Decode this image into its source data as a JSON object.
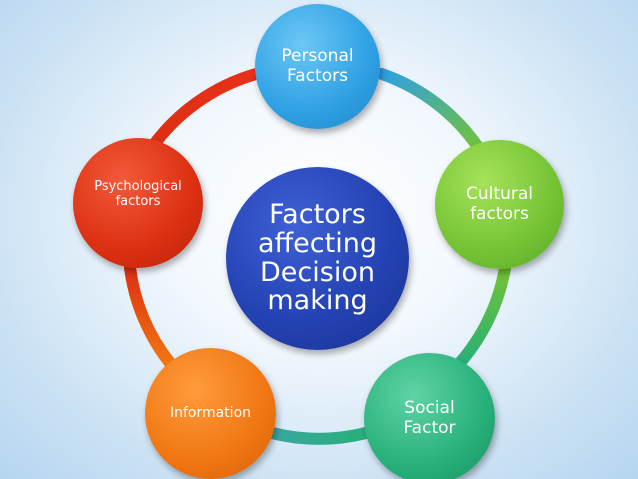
{
  "center": {
    "label": "Factors\naffecting\nDecision\nmaking"
  },
  "nodes": {
    "personal": "Personal\nFactors",
    "cultural": "Cultural\nfactors",
    "social": "Social\nFactor",
    "information": "Information",
    "psychological": "Psychological\nfactors"
  },
  "colors": {
    "center": "#2443b4",
    "personal": "#2ea0e3",
    "cultural": "#74c334",
    "social": "#27b07a",
    "information": "#f07612",
    "psychological": "#dc2f12"
  }
}
